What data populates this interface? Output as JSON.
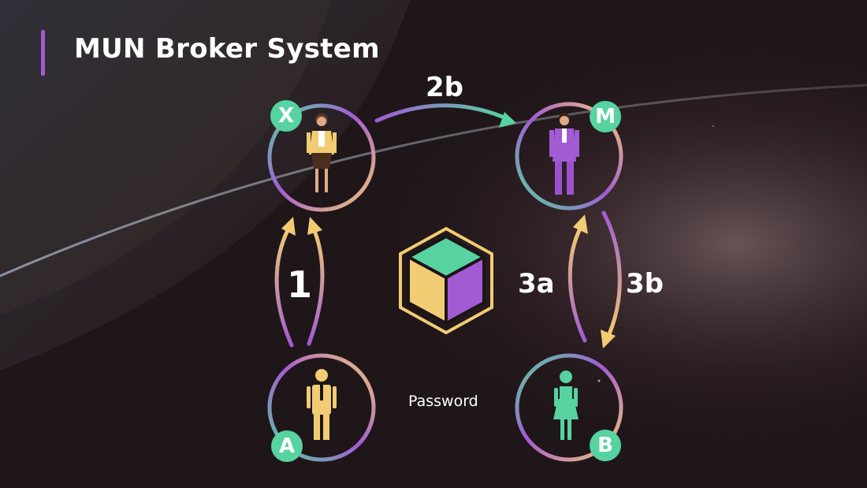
{
  "slide": {
    "title": "MUN Broker System"
  },
  "nodes": {
    "x": {
      "badge": "X",
      "icon": "businesswoman-icon"
    },
    "m": {
      "badge": "M",
      "icon": "businessman-purple-suit-icon"
    },
    "a": {
      "badge": "A",
      "icon": "man-figure-icon"
    },
    "b": {
      "badge": "B",
      "icon": "woman-figure-icon"
    }
  },
  "arrows": {
    "step1": "1",
    "step2b": "2b",
    "step3a": "3a",
    "step3b": "3b"
  },
  "center": {
    "icon": "cube-icon",
    "caption": "Password"
  },
  "colors": {
    "green": "#56d3a0",
    "purple": "#a35bd4",
    "yellow": "#f2cc72",
    "title_bar": "#a35bd4"
  }
}
